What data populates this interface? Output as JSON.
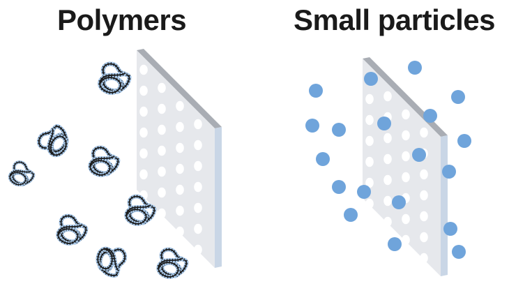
{
  "panels": {
    "left": {
      "title": "Polymers",
      "item": "polymer-coil",
      "passes_membrane": false
    },
    "right": {
      "title": "Small particles",
      "item": "particle-dot",
      "passes_membrane": true
    }
  },
  "colors": {
    "title_text": "#1a1a1a",
    "membrane_face": "#e6e8ec",
    "membrane_top_edge": "#a9adb4",
    "membrane_side_edge": "#c9d6e6",
    "membrane_pores": "#ffffff",
    "polymer_outline": "#1a1a1a",
    "polymer_highlight": "#a9c9ea",
    "particle_fill": "#6fa4db"
  }
}
